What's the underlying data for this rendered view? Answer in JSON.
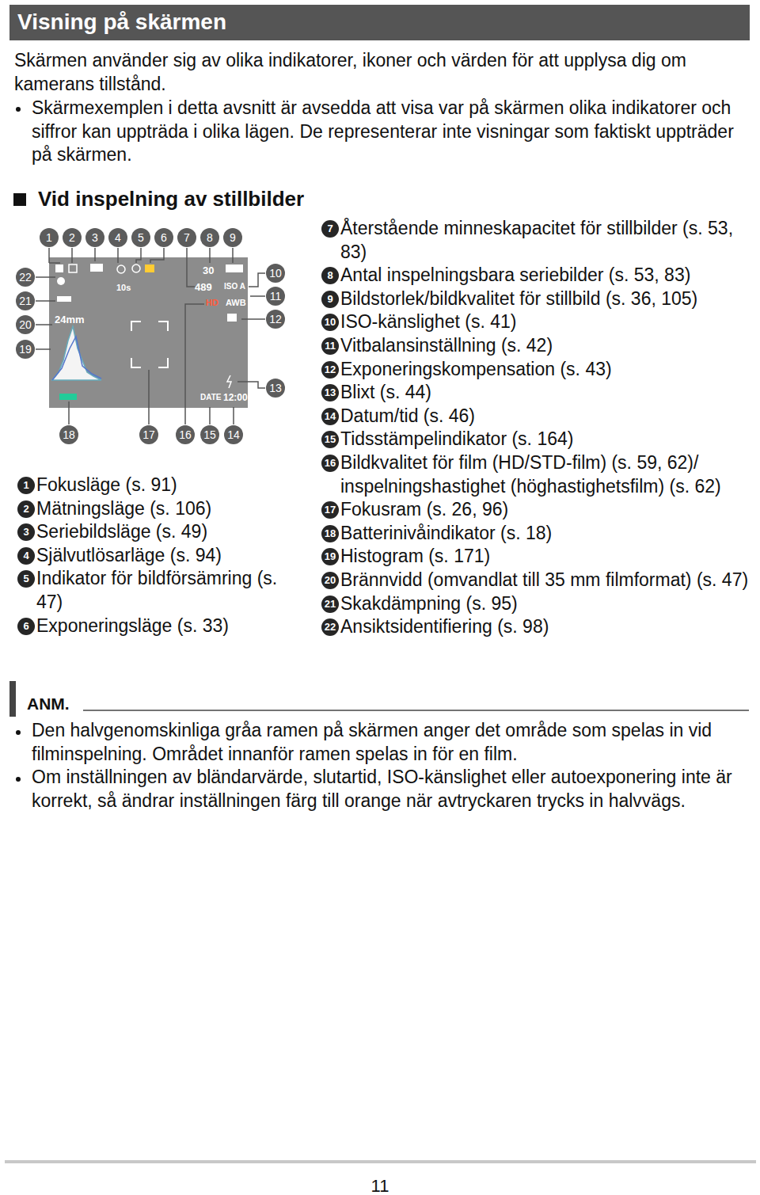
{
  "diagram": {
    "title": "Visning på skärmen",
    "labels": [
      "Skärmen använder sig av olika indikatorer, ikoner och värden för att upplysa dig om kamerans tillstånd.",
      "Skärmexemplen i detta avsnitt är avsedda att visa var på skärmen olika indikatorer och siffror kan uppträda i olika lägen. De representerar inte visningar som faktiskt uppträder på skärmen.",
      "Vid inspelning av stillbilder",
      "1",
      "2",
      "3",
      "4",
      "5",
      "6",
      "7",
      "8",
      "9",
      "10",
      "11",
      "12",
      "13",
      "14",
      "15",
      "16",
      "17",
      "18",
      "19",
      "20",
      "21",
      "22",
      "10s",
      "30",
      "489",
      "ISO A",
      "HD",
      "AWB",
      "24mm",
      "DATE",
      "12:00",
      "1",
      "Fokusläge (s. 91)",
      "2",
      "Mätningsläge (s. 106)",
      "3",
      "Seriebildsläge (s. 49)",
      "4",
      "Självutlösarläge (s. 94)",
      "5",
      "Indikator för bildförsämring (s. 47)",
      "6",
      "Exponeringsläge (s. 33)",
      "7",
      "Återstående minneskapacitet för stillbilder (s. 53, 83)",
      "8",
      "Antal inspelningsbara seriebilder (s. 53, 83)",
      "9",
      "Bildstorlek/bildkvalitet för stillbild (s. 36, 105)",
      "10",
      "ISO-känslighet (s. 41)",
      "11",
      "Vitbalansinställning (s. 42)",
      "12",
      "Exponeringskompensation (s. 43)",
      "13",
      "Blixt (s. 44)",
      "14",
      "Datum/tid (s. 46)",
      "15",
      "Tidsstämpelindikator (s. 164)",
      "16",
      "Bildkvalitet för film (HD/STD-film) (s. 59, 62)/ inspelningshastighet (höghastighetsfilm) (s. 62)",
      "17",
      "Fokusram (s. 26, 96)",
      "18",
      "Batterinivåindikator (s. 18)",
      "19",
      "Histogram (s. 171)",
      "20",
      "Brännvidd (omvandlat till 35 mm filmformat) (s. 47)",
      "21",
      "Skakdämpning (s. 95)",
      "22",
      "Ansiktsidentifiering (s. 98)",
      "ANM.",
      "Den halvgenomskinliga gråa ramen på skärmen anger det område som spelas in vid filminspelning. Området innanför ramen spelas in för en film.",
      "Om inställningen av bländarvärde, slutartid, ISO-känslighet eller autoexponering inte är korrekt, så ändrar inställningen färg till orange när avtryckaren trycks in halvvägs.",
      "11"
    ]
  }
}
